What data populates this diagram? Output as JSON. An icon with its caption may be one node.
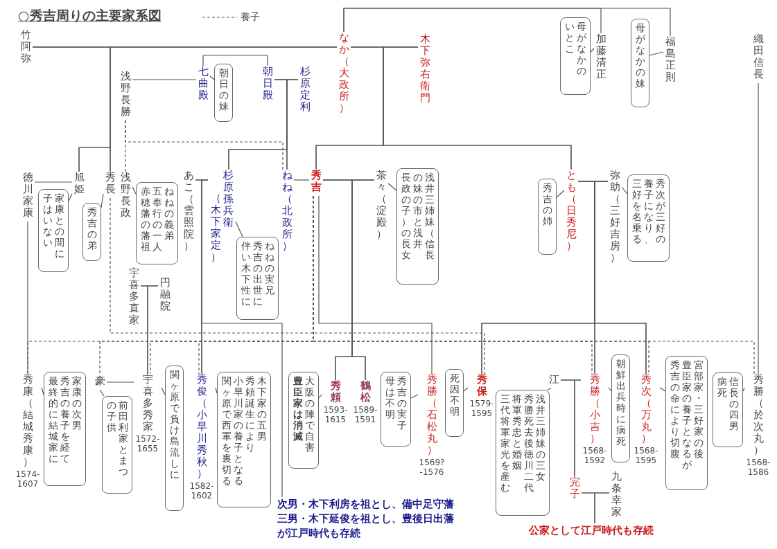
{
  "diagram": {
    "title": "○秀吉周りの主要家系図",
    "nodes": [
      {
        "text": [
          "竹阿弥"
        ]
      },
      {
        "text": [
          "なか（大政所）"
        ]
      },
      {
        "text": [
          "木下弥右衛門"
        ]
      },
      {
        "text": [
          "加藤清正"
        ]
      },
      {
        "text": [
          "母がなかのいとこ"
        ]
      },
      {
        "text": [
          "福島正則"
        ]
      },
      {
        "text": [
          "母がなかの妹"
        ]
      },
      {
        "text": [
          "織田信長"
        ]
      },
      {
        "text": [
          "浅野長勝"
        ]
      },
      {
        "text": [
          "七曲殿"
        ]
      },
      {
        "text": [
          "朝日の妹"
        ]
      },
      {
        "text": [
          "朝日殿"
        ]
      },
      {
        "text": [
          "杉原定利"
        ]
      },
      {
        "text": [
          "徳川家康"
        ]
      },
      {
        "text": [
          "旭姫"
        ]
      },
      {
        "text": [
          "家康との間に子はいない"
        ]
      },
      {
        "text": [
          "秀長"
        ]
      },
      {
        "text": [
          "秀吉の弟"
        ]
      },
      {
        "text": [
          "浅野長政"
        ]
      },
      {
        "text": [
          "ねねの義弟五奉行の一人赤穂藩の藩祖"
        ]
      },
      {
        "text": [
          "あこ（雲照院）"
        ]
      },
      {
        "text": [
          "杉原孫兵衛（木下家定）"
        ]
      },
      {
        "text": [
          "ねねの実兄秀吉の出世に伴い木下性に"
        ]
      },
      {
        "text": [
          "ねね（北政所）"
        ]
      },
      {
        "text": [
          "秀吉"
        ]
      },
      {
        "text": [
          "茶々（淀殿）"
        ]
      },
      {
        "text": [
          "浅井三姉妹（信長の妹の市と浅井長政の子）の長女"
        ]
      },
      {
        "text": [
          "秀吉の姉"
        ]
      },
      {
        "text": [
          "とも（日秀尼）"
        ]
      },
      {
        "text": [
          "弥助（三好吉房）"
        ]
      },
      {
        "text": [
          "秀次が三好の養子になり、三好を名乗る"
        ]
      },
      {
        "text": [
          "宇喜多直家"
        ]
      },
      {
        "text": [
          "円融院"
        ]
      },
      {
        "text": [
          "秀康（結城秀康）"
        ],
        "beside": [
          "1574-1607"
        ]
      },
      {
        "text": [
          "家康の次男秀吉の養子を経て最終的に結城家に"
        ]
      },
      {
        "text": [
          "豪"
        ]
      },
      {
        "text": [
          "前田利家とまつの子供"
        ]
      },
      {
        "text": [
          "宇喜多秀家"
        ],
        "beside": [
          "1572-1655"
        ]
      },
      {
        "text": [
          "関ヶ原で負け島流しに"
        ]
      },
      {
        "text": [
          "秀俊（小早川秀秋）"
        ],
        "beside": [
          "1582-1602"
        ]
      },
      {
        "text": [
          "木下家の五男秀頼誕生により小早川家の養子となる関ヶ原で西軍を裏切る"
        ]
      },
      {
        "text": [
          "大阪の陣で自害豊臣家は消滅"
        ]
      },
      {
        "text": [
          "秀頼"
        ],
        "beside": [
          "1593-1615"
        ]
      },
      {
        "text": [
          "鶴松"
        ],
        "beside": [
          "1589-1591"
        ]
      },
      {
        "text": [
          "秀吉の実子母は不明"
        ]
      },
      {
        "text": [
          "秀勝（石松丸）"
        ],
        "beside": [
          "1569?-1576"
        ]
      },
      {
        "text": [
          "死因不明"
        ]
      },
      {
        "text": [
          "秀保"
        ],
        "beside": [
          "1579-1595"
        ]
      },
      {
        "text": [
          "江"
        ]
      },
      {
        "text": [
          "浅井三姉妹の三女秀勝死去後徳川二代将軍秀忠と婚姻三代将軍家光を産む"
        ]
      },
      {
        "text": [
          "秀勝（小吉）"
        ],
        "beside": [
          "1568-1592"
        ]
      },
      {
        "text": [
          "朝鮮出兵時に病死"
        ]
      },
      {
        "text": [
          "秀次（万丸）"
        ],
        "beside": [
          "1568-1595"
        ]
      },
      {
        "text": [
          "宮部家・三好家の後豊臣家の養子となるが秀吉の命により切腹"
        ]
      },
      {
        "text": [
          "信長の四男病死"
        ]
      },
      {
        "text": [
          "秀勝（於次丸）"
        ],
        "beside": [
          "1568-1586"
        ]
      },
      {
        "text": [
          "完子"
        ]
      },
      {
        "text": [
          "九条幸家"
        ]
      },
      {
        "text": [
          "次男・木下利房を祖とし、備中足守藩三男・木下延俊を祖とし、豊後日出藩が江戸時代も存続"
        ]
      },
      {
        "text": [
          "公家として江戸時代も存続"
        ]
      }
    ],
    "edges": [
      {
        "from": 0,
        "to": 1,
        "arrow": "none"
      },
      {
        "from": 1,
        "to": 2,
        "arrow": "none"
      },
      {
        "from": 1,
        "to": 3,
        "arrow": "none"
      },
      {
        "from": 1,
        "to": 5,
        "arrow": "none"
      },
      {
        "from": 3,
        "to": 4,
        "arrow": "none"
      },
      {
        "from": 5,
        "to": 6,
        "arrow": "none"
      },
      {
        "from": 8,
        "to": 9,
        "arrow": "none"
      },
      {
        "from": 9,
        "to": 11,
        "arrow": "none"
      },
      {
        "from": 9,
        "to": 10,
        "arrow": "none"
      },
      {
        "from": 11,
        "to": 12,
        "arrow": "none"
      },
      {
        "from": 0,
        "to": 14,
        "arrow": "none"
      },
      {
        "from": 1,
        "to": 14,
        "arrow": "none"
      },
      {
        "from": 0,
        "to": 16,
        "arrow": "none"
      },
      {
        "from": 1,
        "to": 16,
        "arrow": "none"
      },
      {
        "from": 1,
        "to": 24,
        "arrow": "none"
      },
      {
        "from": 2,
        "to": 24,
        "arrow": "none"
      },
      {
        "from": 1,
        "to": 28,
        "arrow": "none"
      },
      {
        "from": 2,
        "to": 28,
        "arrow": "none"
      },
      {
        "from": 11,
        "to": 21,
        "arrow": "none"
      },
      {
        "from": 12,
        "to": 21,
        "arrow": "none"
      },
      {
        "from": 11,
        "to": 23,
        "arrow": "none"
      },
      {
        "from": 12,
        "to": 23,
        "arrow": "none"
      },
      {
        "from": 8,
        "to": 18,
        "arrow": "none",
        "style": "dashed"
      },
      {
        "from": 8,
        "to": 23,
        "arrow": "none",
        "style": "dashed"
      },
      {
        "from": 13,
        "to": 14,
        "arrow": "none"
      },
      {
        "from": 14,
        "to": 15,
        "arrow": "none"
      },
      {
        "from": 16,
        "to": 17,
        "arrow": "none"
      },
      {
        "from": 18,
        "to": 19,
        "arrow": "none"
      },
      {
        "from": 20,
        "to": 21,
        "arrow": "none"
      },
      {
        "from": 21,
        "to": 22,
        "arrow": "none"
      },
      {
        "from": 23,
        "to": 24,
        "arrow": "none"
      },
      {
        "from": 24,
        "to": 25,
        "arrow": "none"
      },
      {
        "from": 25,
        "to": 26,
        "arrow": "none"
      },
      {
        "from": 28,
        "to": 27,
        "arrow": "none"
      },
      {
        "from": 28,
        "to": 29,
        "arrow": "none"
      },
      {
        "from": 29,
        "to": 30,
        "arrow": "none"
      },
      {
        "from": 31,
        "to": 32,
        "arrow": "none"
      },
      {
        "from": 13,
        "to": 33,
        "arrow": "none"
      },
      {
        "from": 20,
        "to": 39,
        "arrow": "none"
      },
      {
        "from": 21,
        "to": 39,
        "arrow": "none"
      },
      {
        "from": 21,
        "to": 58,
        "arrow": "none"
      },
      {
        "from": 24,
        "to": 45,
        "arrow": "none"
      },
      {
        "from": 24,
        "to": 42,
        "arrow": "none"
      },
      {
        "from": 25,
        "to": 42,
        "arrow": "none"
      },
      {
        "from": 24,
        "to": 43,
        "arrow": "none"
      },
      {
        "from": 25,
        "to": 43,
        "arrow": "none"
      },
      {
        "from": 28,
        "to": 47,
        "arrow": "none"
      },
      {
        "from": 29,
        "to": 47,
        "arrow": "none"
      },
      {
        "from": 28,
        "to": 50,
        "arrow": "none"
      },
      {
        "from": 29,
        "to": 50,
        "arrow": "none"
      },
      {
        "from": 28,
        "to": 52,
        "arrow": "none"
      },
      {
        "from": 29,
        "to": 52,
        "arrow": "none"
      },
      {
        "from": 31,
        "to": 37,
        "arrow": "none"
      },
      {
        "from": 32,
        "to": 37,
        "arrow": "none"
      },
      {
        "from": 7,
        "to": 55,
        "arrow": "none"
      },
      {
        "from": 24,
        "to": 33,
        "arrow": "none",
        "style": "dashed"
      },
      {
        "from": 24,
        "to": 35,
        "arrow": "none",
        "style": "dashed"
      },
      {
        "from": 24,
        "to": 37,
        "arrow": "none",
        "style": "dashed"
      },
      {
        "from": 24,
        "to": 39,
        "arrow": "none",
        "style": "dashed"
      },
      {
        "from": 24,
        "to": 50,
        "arrow": "none",
        "style": "dashed"
      },
      {
        "from": 24,
        "to": 52,
        "arrow": "none",
        "style": "dashed"
      },
      {
        "from": 24,
        "to": 55,
        "arrow": "none",
        "style": "dashed"
      },
      {
        "from": 16,
        "to": 47,
        "arrow": "none",
        "style": "dashed"
      },
      {
        "from": 33,
        "to": 34,
        "arrow": "none"
      },
      {
        "from": 35,
        "to": 37,
        "arrow": "none"
      },
      {
        "from": 35,
        "to": 36,
        "arrow": "none"
      },
      {
        "from": 37,
        "to": 38,
        "arrow": "none"
      },
      {
        "from": 39,
        "to": 40,
        "arrow": "none"
      },
      {
        "from": 42,
        "to": 41,
        "arrow": "none"
      },
      {
        "from": 45,
        "to": 44,
        "arrow": "none"
      },
      {
        "from": 47,
        "to": 46,
        "arrow": "none"
      },
      {
        "from": 48,
        "to": 50,
        "arrow": "none"
      },
      {
        "from": 48,
        "to": 49,
        "arrow": "none"
      },
      {
        "from": 50,
        "to": 51,
        "arrow": "none"
      },
      {
        "from": 52,
        "to": 53,
        "arrow": "none"
      },
      {
        "from": 55,
        "to": 54,
        "arrow": "none"
      },
      {
        "from": 48,
        "to": 56,
        "arrow": "none"
      },
      {
        "from": 50,
        "to": 56,
        "arrow": "none"
      },
      {
        "from": 56,
        "to": 57,
        "arrow": "none"
      },
      {
        "from": 56,
        "to": 59,
        "arrow": "none"
      },
      {
        "from": 57,
        "to": 59,
        "arrow": "none"
      }
    ],
    "legend": [
      {
        "text": "養子"
      }
    ]
  }
}
